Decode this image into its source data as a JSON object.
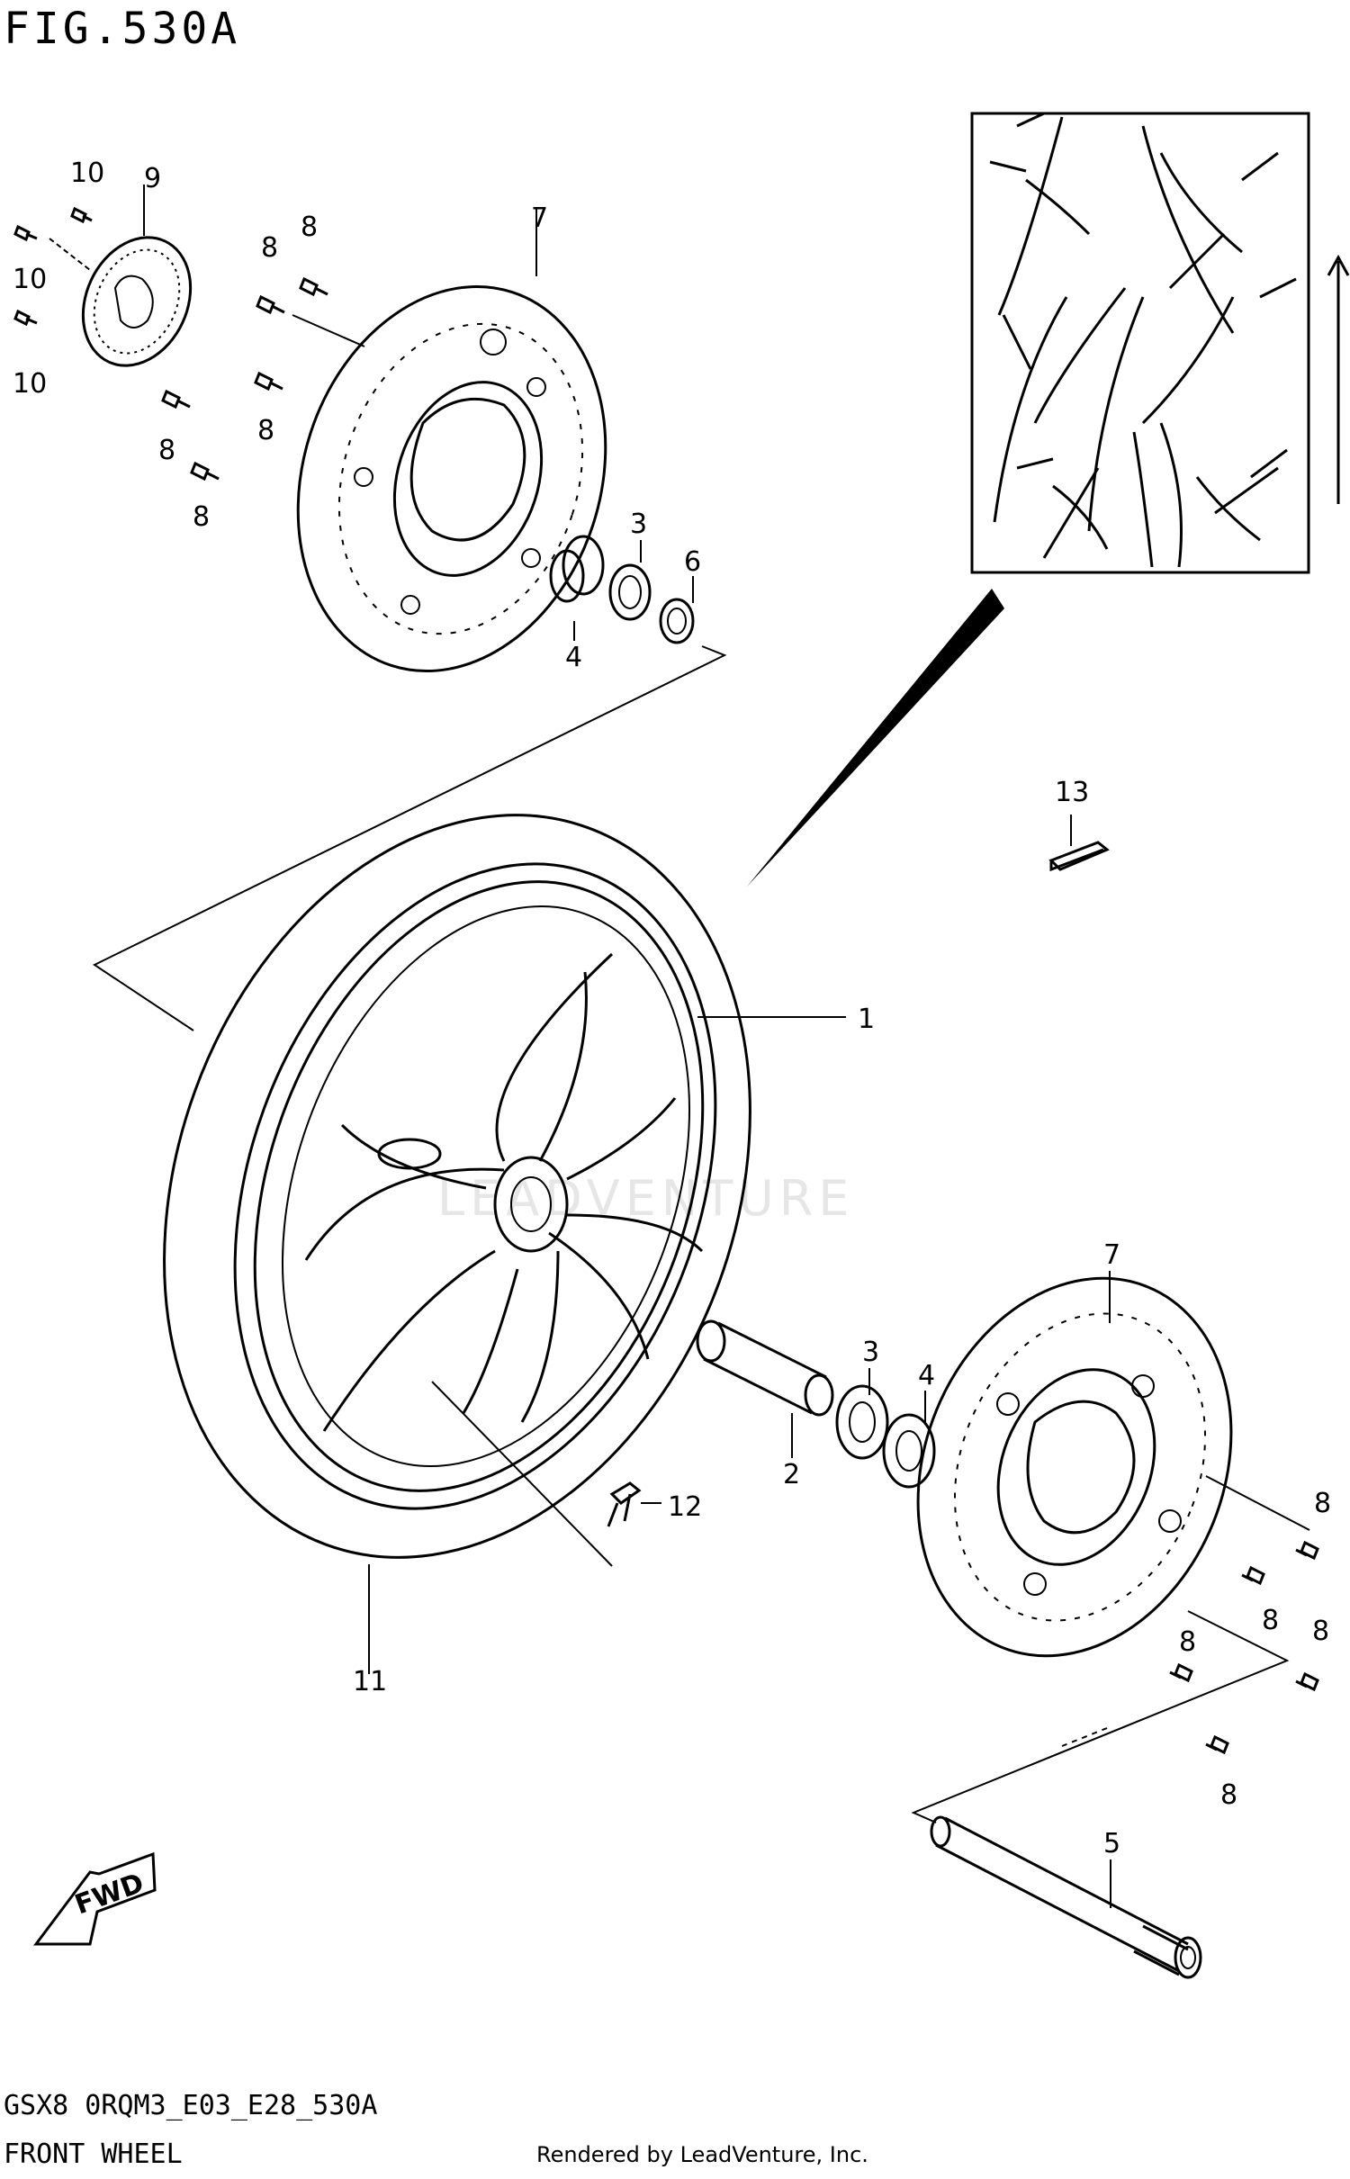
{
  "figure": {
    "title": "FIG.530A",
    "code": "GSX8 0RQM3_E03_E28_530A",
    "name": "FRONT WHEEL",
    "rendered_by": "Rendered by LeadVenture, Inc.",
    "watermark": "LEADVENTURE"
  },
  "callouts": {
    "c1": "1",
    "c2": "2",
    "c3a": "3",
    "c3b": "3",
    "c4a": "4",
    "c4b": "4",
    "c5": "5",
    "c6": "6",
    "c7a": "7",
    "c7b": "7",
    "c8a": "8",
    "c8b": "8",
    "c8c": "8",
    "c8d": "8",
    "c8e": "8",
    "c8f": "8",
    "c8g": "8",
    "c8h": "8",
    "c8i": "8",
    "c9": "9",
    "c10a": "10",
    "c10b": "10",
    "c10c": "10",
    "c11": "11",
    "c12": "12",
    "c13": "13"
  },
  "direction_badge": "FWD",
  "icons": [
    "direction-arrow-icon",
    "fwd-arrow-icon"
  ]
}
